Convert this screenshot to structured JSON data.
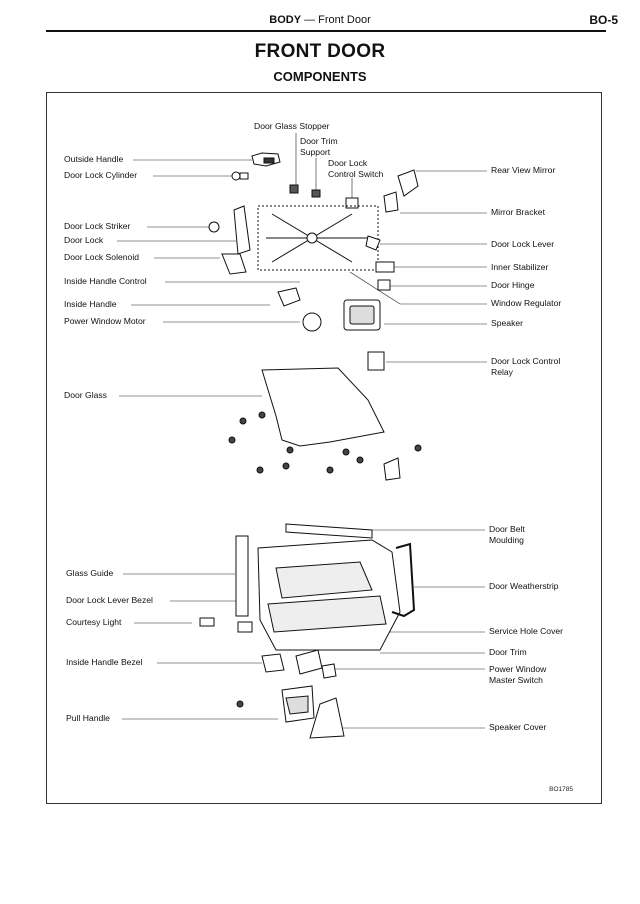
{
  "header": {
    "section": "BODY",
    "separator": "—",
    "topic": "Front Door",
    "page": "BO-5"
  },
  "title": "FRONT DOOR",
  "subtitle": "COMPONENTS",
  "figure_ref": "BO1785",
  "labels": {
    "left": {
      "outside_handle": "Outside Handle",
      "door_lock_cylinder": "Door Lock Cylinder",
      "door_lock_striker": "Door Lock Striker",
      "door_lock": "Door Lock",
      "door_lock_solenoid": "Door Lock Solenoid",
      "inside_handle_control": "Inside Handle Control",
      "inside_handle": "Inside Handle",
      "power_window_motor": "Power Window Motor",
      "door_glass": "Door Glass",
      "glass_guide": "Glass Guide",
      "door_lock_lever_bezel": "Door Lock Lever Bezel",
      "courtesy_light": "Courtesy Light",
      "inside_handle_bezel": "Inside Handle Bezel",
      "pull_handle": "Pull Handle"
    },
    "top": {
      "door_glass_stopper": "Door Glass Stopper",
      "door_trim_support_1": "Door Trim",
      "door_trim_support_2": "Support",
      "door_lock_control_switch_1": "Door Lock",
      "door_lock_control_switch_2": "Control Switch"
    },
    "right": {
      "rear_view_mirror": "Rear View Mirror",
      "mirror_bracket": "Mirror Bracket",
      "door_lock_lever": "Door Lock Lever",
      "inner_stabilizer": "Inner Stabilizer",
      "door_hinge": "Door Hinge",
      "window_regulator": "Window Regulator",
      "speaker": "Speaker",
      "door_lock_control_relay_1": "Door Lock Control",
      "door_lock_control_relay_2": "Relay",
      "door_belt_moulding_1": "Door Belt",
      "door_belt_moulding_2": "Moulding",
      "door_weatherstrip": "Door Weatherstrip",
      "service_hole_cover": "Service Hole Cover",
      "door_trim": "Door Trim",
      "power_window_master_switch_1": "Power Window",
      "power_window_master_switch_2": "Master Switch",
      "speaker_cover": "Speaker Cover"
    }
  }
}
